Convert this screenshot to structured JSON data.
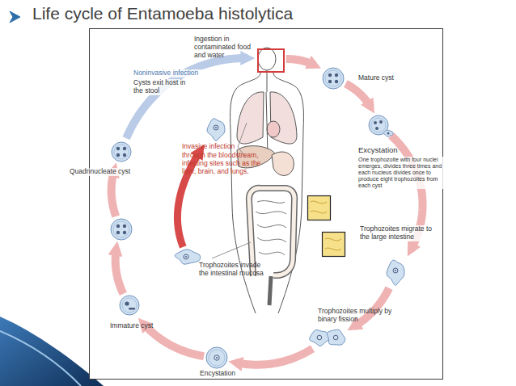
{
  "diagram": {
    "title": "Life cycle of Entamoeba histolytica",
    "nodes": [
      {
        "text": [
          "Ingestion in contaminated food and water"
        ]
      },
      {
        "text": [
          "Mature cyst"
        ]
      },
      {
        "text": [
          "Excystation",
          "One trophozoite with four nuclei emerges, divides three times and each nucleus divides once to produce eight trophozoites from each cyst"
        ]
      },
      {
        "text": [
          "Trophozoites migrate to the large intestine"
        ]
      },
      {
        "text": [
          "Trophozoites multiply by binary fission"
        ]
      },
      {
        "text": [
          "Encystation"
        ]
      },
      {
        "text": [
          "Immature cyst"
        ]
      },
      {
        "text": [
          "Quadrinucleate cyst"
        ]
      },
      {
        "text": [
          "Noninvasive infection",
          "Cysts exit host in the stool"
        ]
      },
      {
        "text": [
          "Trophozoites invade the intestinal mucosa"
        ]
      },
      {
        "text": [
          "Invasive infection",
          "through the bloodstream, infecting sites such as the liver, brain, and lungs."
        ]
      }
    ],
    "edges": [
      {
        "from": 0,
        "to": 1,
        "arrow": "to"
      },
      {
        "from": 1,
        "to": 2,
        "arrow": "to"
      },
      {
        "from": 2,
        "to": 3,
        "arrow": "to"
      },
      {
        "from": 3,
        "to": 4,
        "arrow": "to"
      },
      {
        "from": 4,
        "to": 5,
        "arrow": "to"
      },
      {
        "from": 5,
        "to": 6,
        "arrow": "to"
      },
      {
        "from": 6,
        "to": 7,
        "arrow": "to"
      },
      {
        "from": 7,
        "to": 8,
        "arrow": "to"
      },
      {
        "from": 8,
        "to": 0,
        "arrow": "to"
      },
      {
        "from": 9,
        "to": 10,
        "arrow": "to"
      }
    ]
  }
}
